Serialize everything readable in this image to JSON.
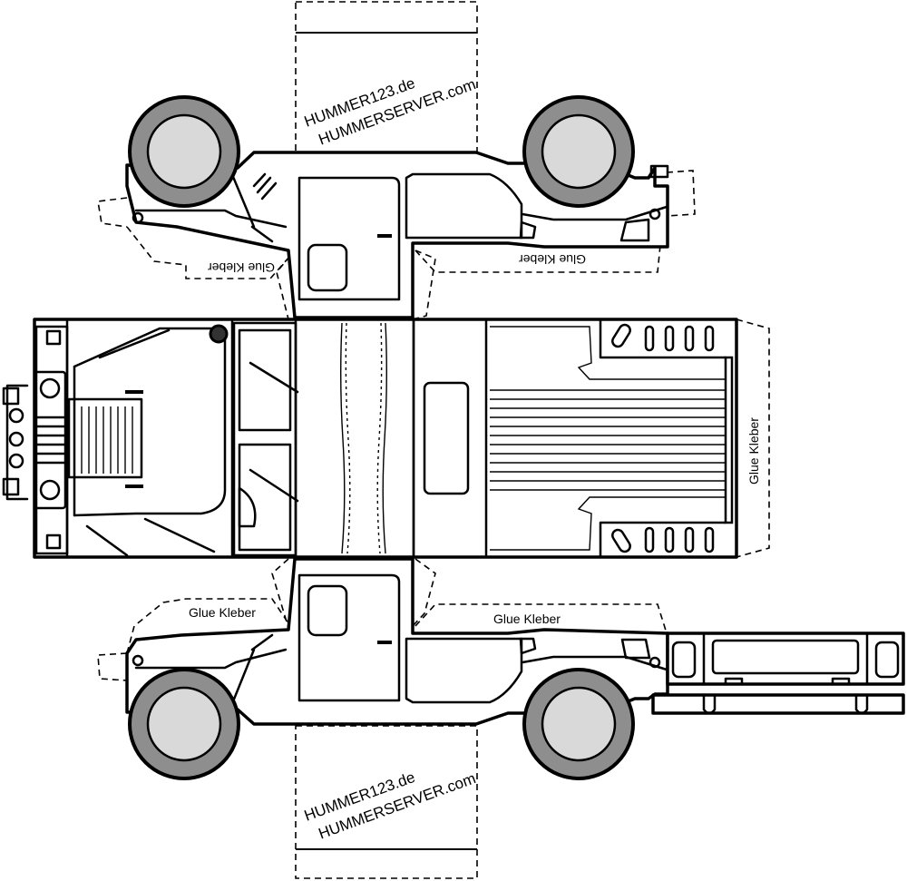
{
  "watermark": {
    "line1": "HUMMER123.de",
    "line2": "HUMMERSERVER.com"
  },
  "glue_labels": {
    "top_left": "Glue Kleber",
    "top_right": "Glue Kleber",
    "rear_flap": "Glue Kleber",
    "bottom_left": "Glue Kleber",
    "bottom_right": "Glue Kleber"
  },
  "colors": {
    "tire": "#8e8e8e",
    "hub": "#d9d9d9",
    "line": "#000000"
  }
}
